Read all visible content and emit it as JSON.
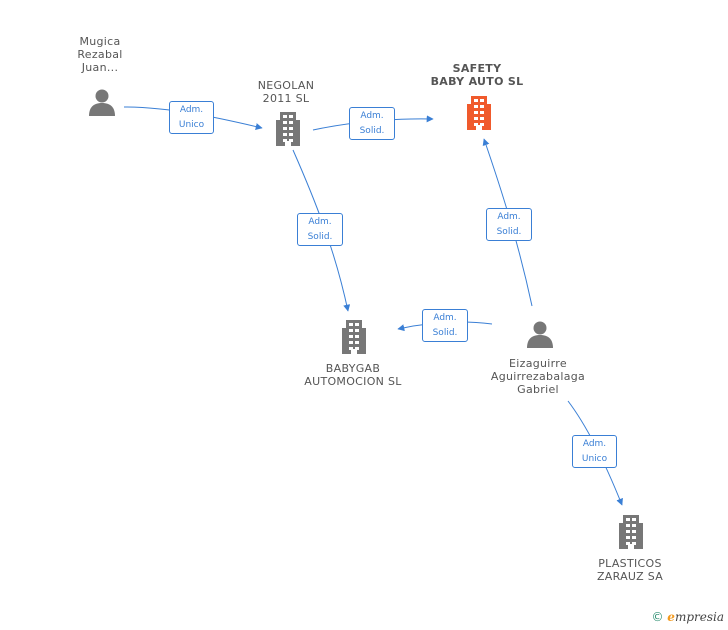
{
  "colors": {
    "company": "#777777",
    "highlight": "#f05a2c",
    "person": "#777777",
    "edge": "#3a7fd5"
  },
  "nodes": {
    "mugica": {
      "type": "person",
      "icon": "person-icon",
      "lines": [
        "Mugica",
        "Rezabal",
        "Juan..."
      ]
    },
    "negolan": {
      "type": "company",
      "icon": "building-icon",
      "lines": [
        "NEGOLAN",
        "2011 SL"
      ]
    },
    "safety": {
      "type": "company",
      "icon": "building-icon",
      "highlight": true,
      "lines": [
        "SAFETY",
        "BABY AUTO SL"
      ]
    },
    "babygab": {
      "type": "company",
      "icon": "building-icon",
      "lines": [
        "BABYGAB",
        "AUTOMOCION SL"
      ]
    },
    "eizaguirre": {
      "type": "person",
      "icon": "person-icon",
      "lines": [
        "Eizaguirre",
        "Aguirrezabalaga",
        "Gabriel"
      ]
    },
    "plasticos": {
      "type": "company",
      "icon": "building-icon",
      "lines": [
        "PLASTICOS",
        "ZARAUZ SA"
      ]
    }
  },
  "edges": [
    {
      "from": "mugica",
      "to": "negolan",
      "lines": [
        "Adm.",
        "Unico"
      ]
    },
    {
      "from": "negolan",
      "to": "safety",
      "lines": [
        "Adm.",
        "Solid."
      ]
    },
    {
      "from": "negolan",
      "to": "babygab",
      "lines": [
        "Adm.",
        "Solid."
      ]
    },
    {
      "from": "eizaguirre",
      "to": "safety",
      "lines": [
        "Adm.",
        "Solid."
      ]
    },
    {
      "from": "eizaguirre",
      "to": "babygab",
      "lines": [
        "Adm.",
        "Solid."
      ]
    },
    {
      "from": "eizaguirre",
      "to": "plasticos",
      "lines": [
        "Adm.",
        "Unico"
      ]
    }
  ],
  "footer": {
    "copyright": "©",
    "brand_e": "e",
    "brand_rest": "mpresia"
  }
}
